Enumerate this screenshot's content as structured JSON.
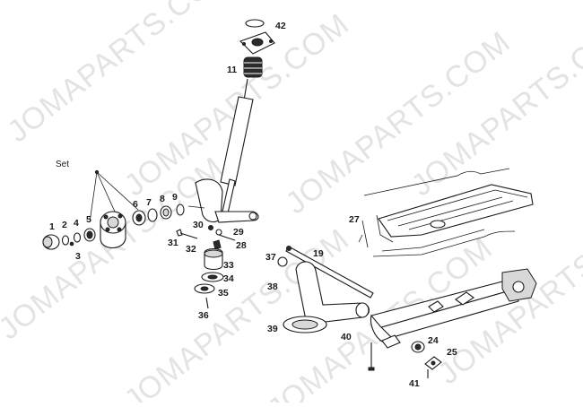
{
  "diagram": {
    "set_label": "Set",
    "callouts": [
      {
        "id": "c1",
        "text": "1"
      },
      {
        "id": "c2",
        "text": "2"
      },
      {
        "id": "c3",
        "text": "3"
      },
      {
        "id": "c4",
        "text": "4"
      },
      {
        "id": "c5",
        "text": "5"
      },
      {
        "id": "c6",
        "text": "6"
      },
      {
        "id": "c7",
        "text": "7"
      },
      {
        "id": "c8",
        "text": "8"
      },
      {
        "id": "c9",
        "text": "9"
      },
      {
        "id": "c11",
        "text": "11"
      },
      {
        "id": "c19",
        "text": "19"
      },
      {
        "id": "c24",
        "text": "24"
      },
      {
        "id": "c25",
        "text": "25"
      },
      {
        "id": "c27",
        "text": "27"
      },
      {
        "id": "c28",
        "text": "28"
      },
      {
        "id": "c29",
        "text": "29"
      },
      {
        "id": "c30",
        "text": "30"
      },
      {
        "id": "c31",
        "text": "31"
      },
      {
        "id": "c32",
        "text": "32"
      },
      {
        "id": "c33",
        "text": "33"
      },
      {
        "id": "c34",
        "text": "34"
      },
      {
        "id": "c35",
        "text": "35"
      },
      {
        "id": "c36",
        "text": "36"
      },
      {
        "id": "c37",
        "text": "37"
      },
      {
        "id": "c38",
        "text": "38"
      },
      {
        "id": "c39",
        "text": "39"
      },
      {
        "id": "c40",
        "text": "40"
      },
      {
        "id": "c41",
        "text": "41"
      },
      {
        "id": "c42",
        "text": "42"
      }
    ],
    "watermark": "JOMAPARTS.COM"
  }
}
